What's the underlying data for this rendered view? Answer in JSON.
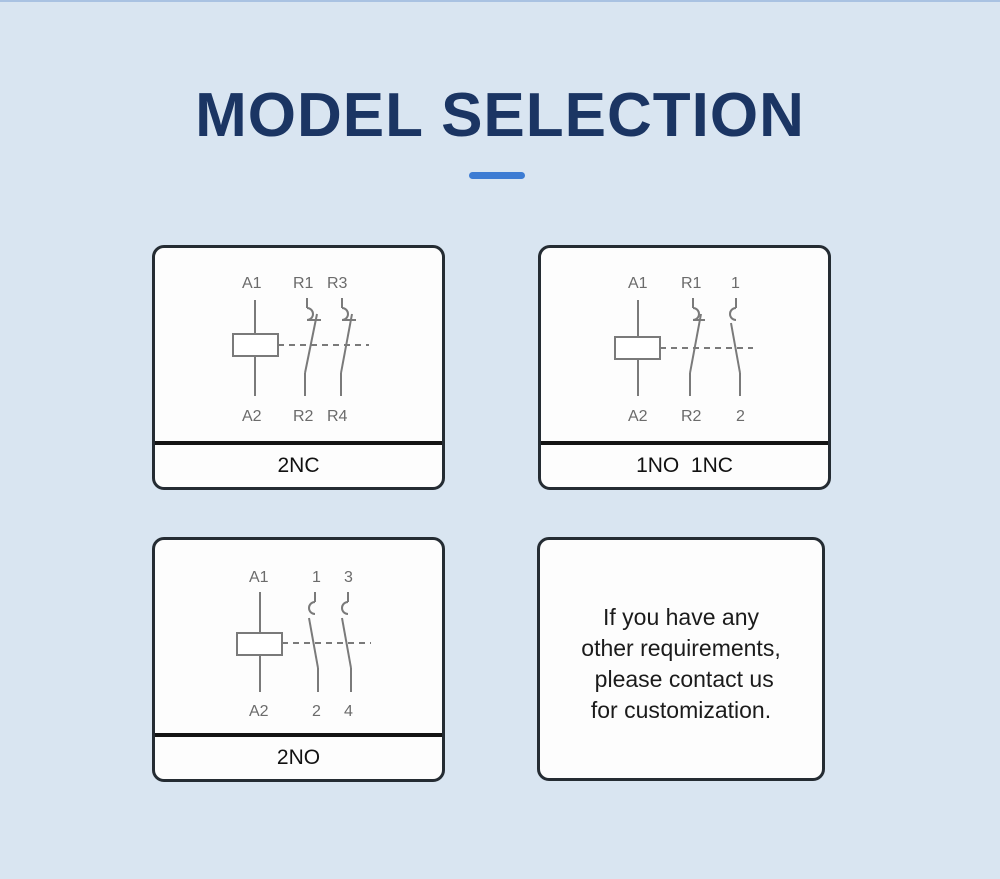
{
  "page": {
    "title": "MODEL SELECTION",
    "title_color": "#1b3563",
    "accent_color": "#3d7cd3"
  },
  "cards": [
    {
      "caption": "2NC",
      "labels": {
        "a1": "A1",
        "a2": "A2",
        "t1": "R1",
        "t2": "R2",
        "t3": "R3",
        "t4": "R4"
      }
    },
    {
      "caption": "1NO  1NC",
      "labels": {
        "a1": "A1",
        "a2": "A2",
        "t1": "R1",
        "t2": "R2",
        "t3": "1",
        "t4": "2"
      }
    },
    {
      "caption": "2NO",
      "labels": {
        "a1": "A1",
        "a2": "A2",
        "t1": "1",
        "t2": "2",
        "t3": "3",
        "t4": "4"
      }
    }
  ],
  "note": {
    "lines": [
      "If you have any",
      "other requirements,",
      " please contact us",
      "for customization."
    ]
  }
}
